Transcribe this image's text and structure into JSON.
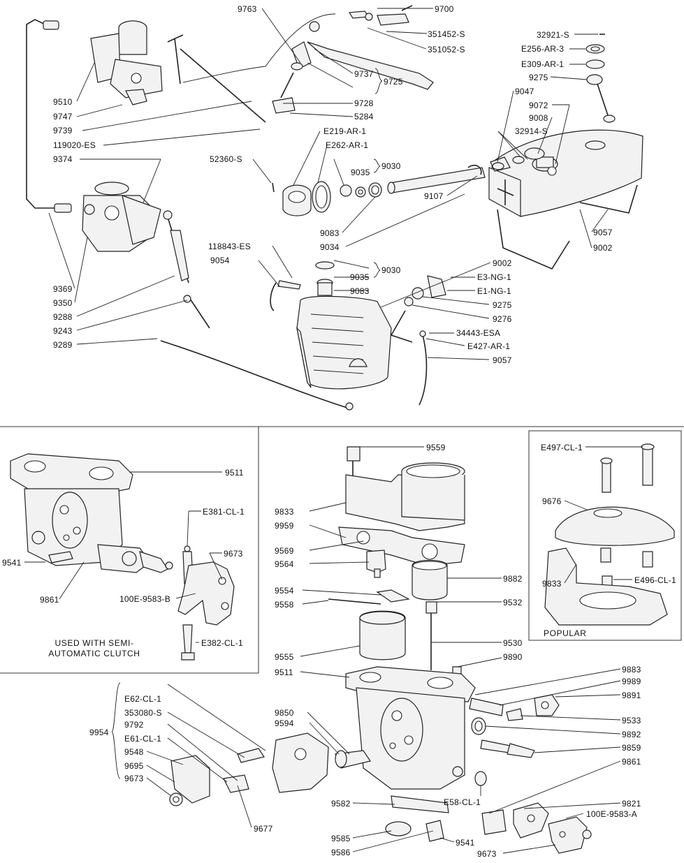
{
  "labels": {
    "p9700": "9700",
    "p9763": "9763",
    "p351452": "351452-S",
    "p351052": "351052-S",
    "p9737": "9737",
    "p9725": "9725",
    "p9728": "9728",
    "p5284": "5284",
    "p9510": "9510",
    "p9747": "9747",
    "p9739": "9739",
    "p119020": "119020-ES",
    "p9374": "9374",
    "p32921": "32921-S",
    "pE256": "E256-AR-3",
    "pE309": "E309-AR-1",
    "p9275a": "9275",
    "p9047": "9047",
    "p9072": "9072",
    "p9008": "9008",
    "p32914": "32914-S",
    "pE219": "E219-AR-1",
    "pE262": "E262-AR-1",
    "p52360": "52360-S",
    "p9035a": "9035",
    "p9030a": "9030",
    "p9107": "9107",
    "p9083a": "9083",
    "p9034": "9034",
    "p9057a": "9057",
    "p9002a": "9002",
    "p118843": "118843-ES",
    "p9054": "9054",
    "p9030b": "9030",
    "p9035b": "9035",
    "p9083b": "9083",
    "p9002b": "9002",
    "pE3": "E3-NG-1",
    "pE1": "E1-NG-1",
    "p9275b": "9275",
    "p9276": "9276",
    "p34443": "34443-ESA",
    "pE427": "E427-AR-1",
    "p9057b": "9057",
    "p9369": "9369",
    "p9350": "9350",
    "p9288": "9288",
    "p9243": "9243",
    "p9289": "9289",
    "p9511a": "9511",
    "pE381": "E381-CL-1",
    "p9673a": "9673",
    "p9541a": "9541",
    "p9861a": "9861",
    "p100E_B": "100E-9583-B",
    "pE382": "E382-CL-1",
    "p9559": "9559",
    "p9833a": "9833",
    "p9959": "9959",
    "p9569": "9569",
    "p9564": "9564",
    "p9882": "9882",
    "p9554": "9554",
    "p9558": "9558",
    "p9532": "9532",
    "p9530": "9530",
    "p9555": "9555",
    "p9890": "9890",
    "p9511b": "9511",
    "p9883": "9883",
    "p9989": "9989",
    "p9891": "9891",
    "p9533": "9533",
    "p9892": "9892",
    "p9859": "9859",
    "p9861b": "9861",
    "pE62": "E62-CL-1",
    "p353080": "353080-S",
    "p9792": "9792",
    "p9954": "9954",
    "pE61": "E61-CL-1",
    "p9548": "9548",
    "p9695": "9695",
    "p9673b": "9673",
    "p9850": "9850",
    "p9594": "9594",
    "p9582": "9582",
    "pE58": "E58-CL-1",
    "p9821": "9821",
    "p100E_A": "100E-9583-A",
    "p9585": "9585",
    "p9541b": "9541",
    "p9586": "9586",
    "p9673c": "9673",
    "p9677": "9677",
    "pE497": "E497-CL-1",
    "p9676": "9676",
    "p9833b": "9833",
    "pE496": "E496-CL-1"
  },
  "captions": {
    "semi_auto_line1": "USED WITH SEMI-",
    "semi_auto_line2": "AUTOMATIC CLUTCH",
    "popular": "POPULAR"
  }
}
